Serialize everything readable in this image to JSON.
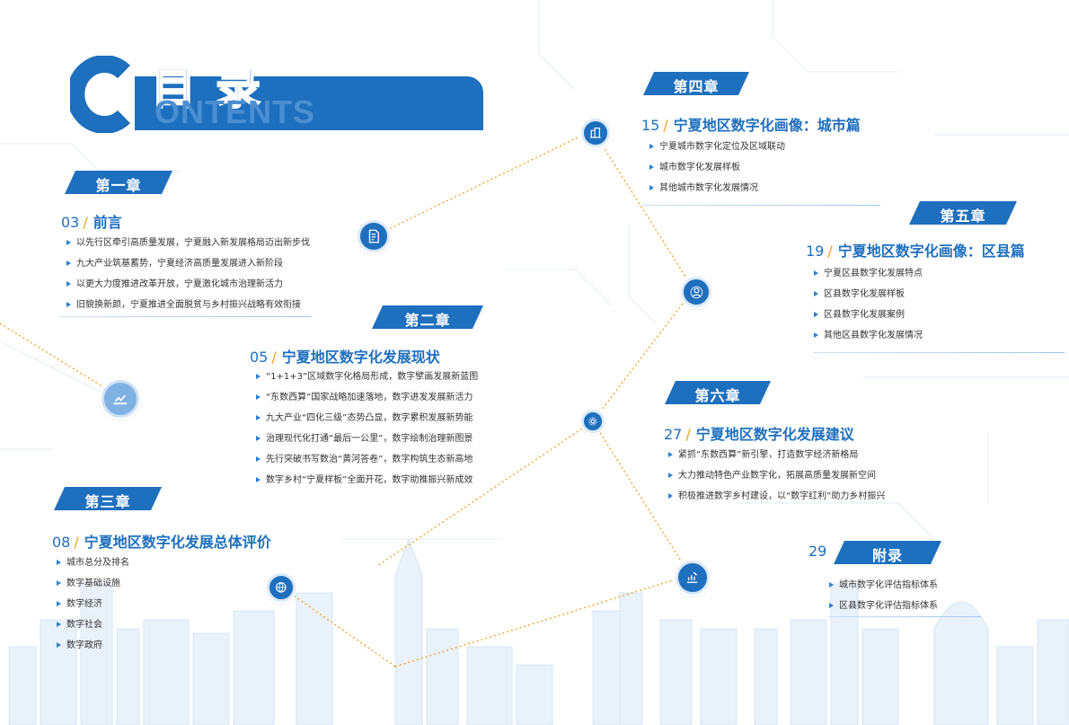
{
  "header": {
    "logo_letter": "C",
    "title": "目录",
    "subtitle": "ONTENTS"
  },
  "colors": {
    "primary": "#1e6fbe",
    "accent": "#f0a020",
    "light_blue": "#7fb2e3"
  },
  "chapters": [
    {
      "tag": "第一章",
      "page": "03",
      "title": "前言",
      "icon": "document-edit-icon",
      "items": [
        "以先行区牵引高质量发展，宁夏融入新发展格局迈出新步伐",
        "九大产业筑基蓄势，宁夏经济高质量发展进入新阶段",
        "以更大力度推进改革开放，宁夏激化城市治理新活力",
        "旧貌换新颜，宁夏推进全面脱贫与乡村振兴战略有效衔接"
      ]
    },
    {
      "tag": "第二章",
      "page": "05",
      "title": "宁夏地区数字化发展现状",
      "icon": "settings-icon",
      "items": [
        "“1+1+3”区域数字化格局形成，数字擘画发展新蓝图",
        "“东数西算”国家战略加速落地，数字进发发展新活力",
        "九大产业“四化三级”态势凸显，数字累积发展新势能",
        "治理现代化打通“最后一公里”，数字绘制治理新图景",
        "先行突破书写数治“黄河答卷”，数字构筑生态新高地",
        "数字乡村“宁夏样板”全面开花，数字助推振兴新成效"
      ]
    },
    {
      "tag": "第三章",
      "page": "08",
      "title": "宁夏地区数字化发展总体评价",
      "icon": "globe-icon",
      "items": [
        "城市总分及排名",
        "数字基础设施",
        "数字经济",
        "数字社会",
        "数字政府"
      ]
    },
    {
      "tag": "第四章",
      "page": "15",
      "title": "宁夏地区数字化画像：城市篇",
      "icon": "city-report-icon",
      "items": [
        "宁夏城市数字化定位及区域联动",
        "城市数字化发展样板",
        "其他城市数字化发展情况"
      ]
    },
    {
      "tag": "第五章",
      "page": "19",
      "title": "宁夏地区数字化画像：区县篇",
      "icon": "person-profile-icon",
      "items": [
        "宁夏区县数字化发展特点",
        "区县数字化发展样板",
        "区县数字化发展案例",
        "其他区县数字化发展情况"
      ]
    },
    {
      "tag": "第六章",
      "page": "27",
      "title": "宁夏地区数字化发展建议",
      "icon": "chart-edit-icon",
      "items": [
        "紧抓“东数西算”新引擎，打造数字经济新格局",
        "大力推动特色产业数字化，拓展高质量发展新空间",
        "积极推进数字乡村建设，以“数字红利”助力乡村振兴"
      ]
    },
    {
      "tag": "附录",
      "page": "29",
      "title": "",
      "items": [
        "城市数字化评估指标体系",
        "区县数字化评估指标体系"
      ]
    }
  ],
  "decor_icon": "line-chart-icon"
}
